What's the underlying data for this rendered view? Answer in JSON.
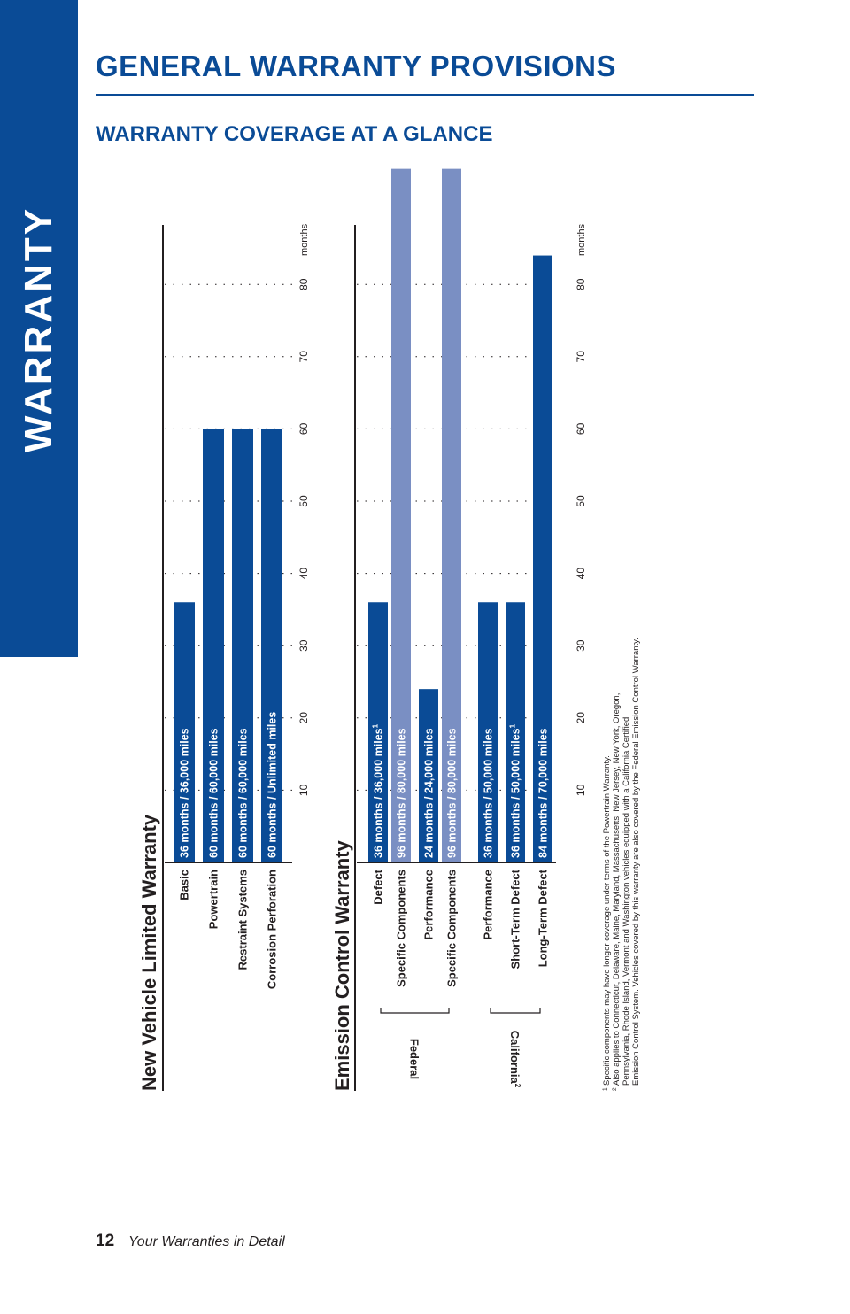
{
  "side_tab": {
    "label": "WARRANTY"
  },
  "header": {
    "title": "GENERAL WARRANTY PROVISIONS",
    "subtitle": "WARRANTY COVERAGE AT A GLANCE"
  },
  "colors": {
    "brand_blue": "#0a4b96",
    "light_blue": "#7a8fc3",
    "text": "#231f20"
  },
  "axis": {
    "ticks": [
      10,
      20,
      30,
      40,
      50,
      60,
      70,
      80
    ],
    "unit_label": "months",
    "range": [
      0,
      96
    ]
  },
  "chart_data": [
    {
      "type": "bar",
      "orientation": "horizontal",
      "title": "New Vehicle Limited Warranty",
      "xlabel": "months",
      "xlim": [
        0,
        96
      ],
      "grid": true,
      "categories": [
        "Basic",
        "Powertrain",
        "Restraint Systems",
        "Corrosion Perforation"
      ],
      "values": [
        36,
        60,
        60,
        60
      ],
      "bar_labels": [
        "36 months  /  36,000 miles",
        "60 months  /  60,000 miles",
        "60 months  /  60,000 miles",
        "60 months  /  Unlimited miles"
      ],
      "bar_colors": [
        "#0a4b96",
        "#0a4b96",
        "#0a4b96",
        "#0a4b96"
      ]
    },
    {
      "type": "bar",
      "orientation": "horizontal",
      "title": "Emission Control Warranty",
      "xlabel": "months",
      "xlim": [
        0,
        96
      ],
      "grid": true,
      "groups": [
        {
          "label": "Federal",
          "rows": [
            0,
            3
          ]
        },
        {
          "label": "California",
          "label_sup": "2",
          "rows": [
            4,
            6
          ]
        }
      ],
      "categories": [
        "Defect",
        "Specific Components",
        "Performance",
        "Specific Components",
        "Performance",
        "Short-Term Defect",
        "Long-Term Defect"
      ],
      "values": [
        36,
        96,
        24,
        96,
        36,
        36,
        84
      ],
      "bar_labels": [
        "36 months  /  36,000 miles",
        "96 months  /  80,000 miles",
        "24 months  /  24,000 miles",
        "96 months  /  80,000 miles",
        "36 months  /  50,000 miles",
        "36 months  /  50,000 miles",
        "84 months  /  70,000 miles"
      ],
      "bar_label_sups": [
        "1",
        "",
        "",
        "",
        "",
        "1",
        ""
      ],
      "bar_colors": [
        "#0a4b96",
        "#7a8fc3",
        "#0a4b96",
        "#7a8fc3",
        "#0a4b96",
        "#0a4b96",
        "#0a4b96"
      ]
    }
  ],
  "footnotes": [
    {
      "mark": "1",
      "lines": [
        "Specific components may have longer coverage under terms of the Powertrain Warranty."
      ]
    },
    {
      "mark": "2",
      "lines": [
        "Also applies to Connecticut, Delaware, Maine, Maryland, Massachusetts, New Jersey, New York, Oregon,",
        "Pennsylvania, Rhode Island, Vermont and Washington vehicles equipped with a California Certified",
        "Emission Control System. Vehicles covered by this warranty are also covered by the Federal Emission Control Warranty."
      ]
    }
  ],
  "footer": {
    "page_number": "12",
    "section": "Your Warranties in Detail"
  }
}
